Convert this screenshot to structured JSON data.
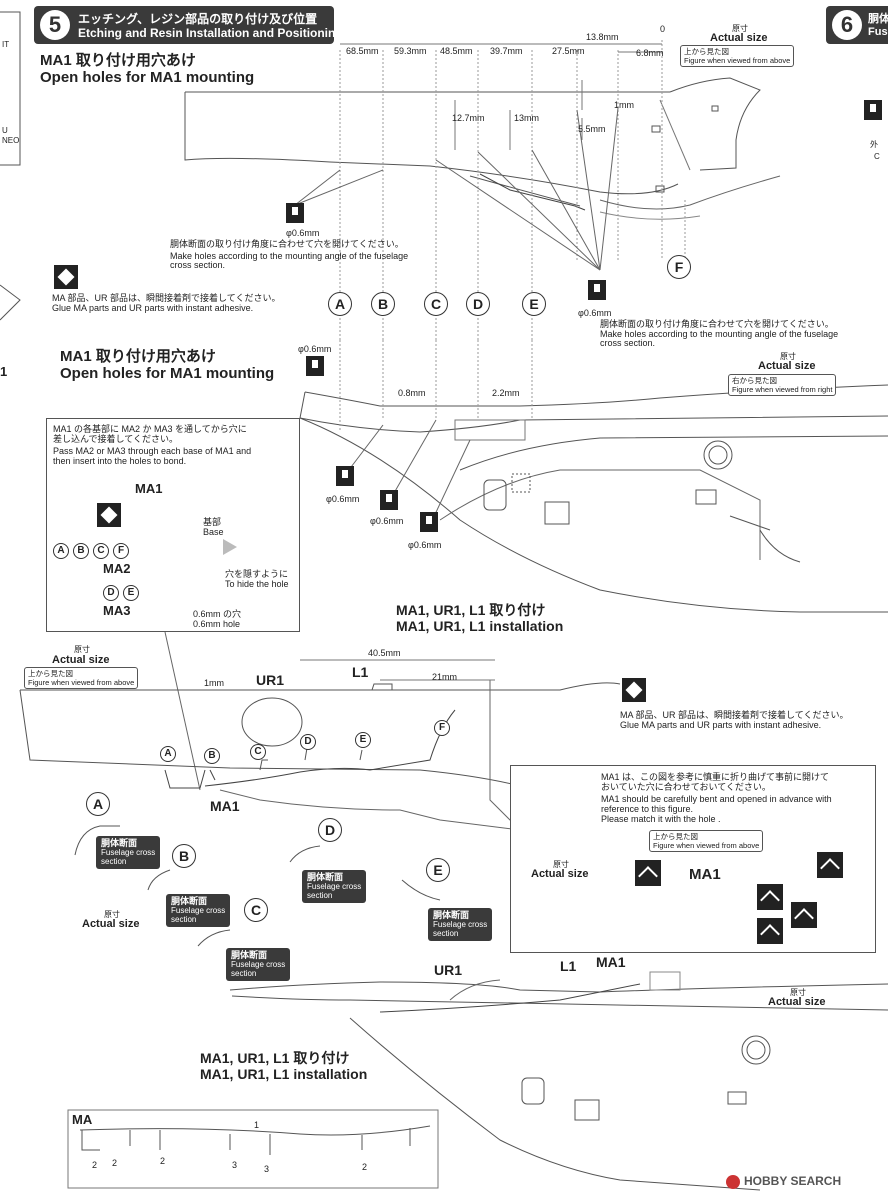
{
  "step5": {
    "number": "5",
    "title_jp": "エッチング、レジン部品の取り付け及び位置",
    "title_en": "Etching and Resin Installation and Positioning"
  },
  "step6": {
    "number": "6",
    "title_jp": "胴体",
    "title_en": "Fuse"
  },
  "left_edge": {
    "t1": "IT",
    "t2": "U",
    "t3": "NEO",
    "t4": "1"
  },
  "right_edge": {
    "t1": "外",
    "t2": "C"
  },
  "sec1": {
    "title_jp": "MA1 取り付け用穴あけ",
    "title_en": "Open holes for MA1 mounting",
    "actual_jp": "原寸",
    "actual_en": "Actual size",
    "view_jp": "上から見た図",
    "view_en": "Figure when viewed from above",
    "dims": [
      "68.5mm",
      "59.3mm",
      "48.5mm",
      "39.7mm",
      "27.5mm",
      "13.8mm",
      "0",
      "6.8mm",
      "12.7mm",
      "13mm",
      "1mm",
      "5.5mm"
    ],
    "hole_size": "φ0.6mm",
    "note_jp": "胴体断面の取り付け角度に合わせて穴を開けてください。",
    "note_en1": "Make holes according to the mounting angle of the fuselage",
    "note_en2": "cross section.",
    "glue_jp": "MA 部品、UR 部品は、瞬間接着剤で接着してください。",
    "glue_en": "Glue MA parts and UR parts with instant adhesive.",
    "letters": [
      "A",
      "B",
      "C",
      "D",
      "E",
      "F"
    ]
  },
  "sec2": {
    "title_jp": "MA1 取り付け用穴あけ",
    "title_en": "Open holes for MA1 mounting",
    "actual_jp": "原寸",
    "actual_en": "Actual size",
    "view_jp": "右から見た図",
    "view_en": "Figure when viewed from right",
    "dims": [
      "0.8mm",
      "2.2mm"
    ],
    "hole_size": "φ0.6mm"
  },
  "callout1": {
    "jp1": "MA1 の各基部に MA2 か MA3 を通してから穴に",
    "jp2": "差し込んで接着してください。",
    "en1": "Pass MA2 or MA3 through each base of MA1 and",
    "en2": "then insert into the holes to bond.",
    "ma1": "MA1",
    "base_jp": "基部",
    "base_en": "Base",
    "ma2": "MA2",
    "ma3": "MA3",
    "ma2_letters": [
      "A",
      "B",
      "C",
      "F"
    ],
    "ma3_letters": [
      "D",
      "E"
    ],
    "hide_jp": "穴を隠すように",
    "hide_en": "To hide the hole",
    "hole_jp": "0.6mm の穴",
    "hole_en": "0.6mm hole"
  },
  "sec3": {
    "title_jp": "MA1, UR1, L1 取り付け",
    "title_en": "MA1, UR1, L1 installation",
    "actual_jp": "原寸",
    "actual_en": "Actual size",
    "view_jp": "上から見た図",
    "view_en": "Figure when viewed from above",
    "dims": [
      "40.5mm",
      "21mm",
      "1mm"
    ],
    "ur1": "UR1",
    "l1": "L1",
    "ma1": "MA1",
    "letters": [
      "A",
      "B",
      "C",
      "D",
      "E",
      "F"
    ],
    "glue_jp": "MA 部品、UR 部品は、瞬間接着剤で接着してください。",
    "glue_en": "Glue MA parts and UR parts with instant adhesive.",
    "section_jp": "胴体断面",
    "section_en1": "Fuselage cross",
    "section_en2": "section",
    "actual2_jp": "原寸",
    "actual2_en": "Actual size"
  },
  "callout2": {
    "jp1": "MA1 は、この図を参考に慎重に折り曲げて事前に開けて",
    "jp2": "おいていた穴に合わせておいてください。",
    "en1": "MA1 should be carefully bent and opened in advance with",
    "en2": "reference to this figure.",
    "en3": "Please match it with the hole .",
    "view_jp": "上から見た図",
    "view_en": "Figure when viewed from above",
    "actual_jp": "原寸",
    "actual_en": "Actual size",
    "ma1": "MA1"
  },
  "sec4": {
    "title_jp": "MA1, UR1, L1 取り付け",
    "title_en": "MA1, UR1, L1 installation",
    "ur1": "UR1",
    "l1": "L1",
    "ma1": "MA1",
    "actual_jp": "原寸",
    "actual_en": "Actual size"
  },
  "fret": {
    "label": "MA",
    "numbers": [
      "1",
      "2",
      "2",
      "2",
      "3",
      "3",
      "2"
    ]
  },
  "watermark": "HOBBY SEARCH"
}
